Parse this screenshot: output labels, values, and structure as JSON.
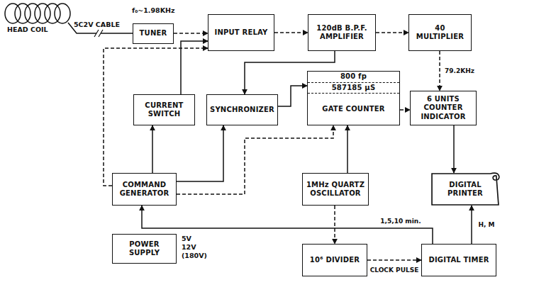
{
  "diagram": {
    "nodes": [
      {
        "text": [
          "TUNER"
        ]
      },
      {
        "text": [
          "INPUT RELAY"
        ]
      },
      {
        "text": [
          "120dB B.P.F. AMPLIFIER"
        ]
      },
      {
        "text": [
          "40 MULTIPLIER"
        ]
      },
      {
        "text": [
          "CURRENT SWITCH"
        ]
      },
      {
        "text": [
          "SYNCHRONIZER"
        ]
      },
      {
        "text": [
          "800 fp",
          "587185 μS",
          "GATE COUNTER"
        ]
      },
      {
        "text": [
          "6 UNITS COUNTER INDICATOR"
        ]
      },
      {
        "text": [
          "COMMAND GENERATOR"
        ]
      },
      {
        "text": [
          "1MHz QUARTZ OSCILLATOR"
        ]
      },
      {
        "text": [
          "DIGITAL PRINTER"
        ]
      },
      {
        "text": [
          "POWER SUPPLY"
        ]
      },
      {
        "text": [
          "10⁶ DIVIDER"
        ]
      },
      {
        "text": [
          "DIGITAL TIMER"
        ]
      }
    ],
    "edges": [
      {
        "from": 0,
        "to": 1,
        "arrow": "to"
      },
      {
        "from": 1,
        "to": 2,
        "arrow": "to"
      },
      {
        "from": 2,
        "to": 3,
        "arrow": "to"
      },
      {
        "from": 2,
        "to": 5,
        "arrow": "to"
      },
      {
        "from": 3,
        "to": 7,
        "arrow": "to",
        "label": "79.2KHz"
      },
      {
        "from": 4,
        "to": 1,
        "arrow": "to"
      },
      {
        "from": 5,
        "to": 6,
        "arrow": "to"
      },
      {
        "from": 6,
        "to": 7,
        "arrow": "to"
      },
      {
        "from": 8,
        "to": 4,
        "arrow": "to"
      },
      {
        "from": 8,
        "to": 1,
        "arrow": "to"
      },
      {
        "from": 8,
        "to": 5,
        "arrow": "to"
      },
      {
        "from": 8,
        "to": 6,
        "arrow": "to"
      },
      {
        "from": 9,
        "to": 6,
        "arrow": "to"
      },
      {
        "from": 9,
        "to": 12,
        "arrow": "to"
      },
      {
        "from": 7,
        "to": 10,
        "arrow": "to"
      },
      {
        "from": 13,
        "to": 10,
        "arrow": "to",
        "label": "H, M"
      },
      {
        "from": 12,
        "to": 13,
        "arrow": "to",
        "label": "CLOCK PULSE"
      },
      {
        "from": 13,
        "to": 8,
        "arrow": "to",
        "label": "1,5,10 min."
      }
    ],
    "labels": [
      "HEAD COIL",
      "5C2V CABLE",
      "f₀~1.98KHz",
      "5V",
      "12V",
      "(180V)"
    ]
  }
}
